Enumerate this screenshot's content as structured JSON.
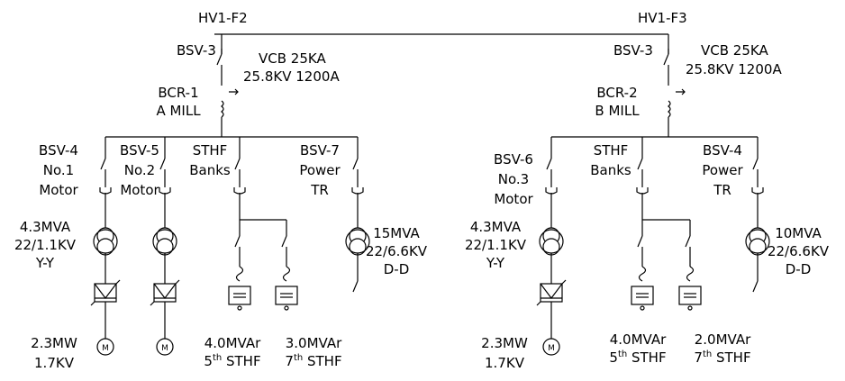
{
  "colors": {
    "line": "#000000",
    "background": "#ffffff"
  },
  "left": {
    "bus": "HV1-F2",
    "main_switch": "BSV-3",
    "vcb": "VCB 25KA",
    "vcb_rating": "25.8KV 1200A",
    "relay": "BCR-1",
    "mill": "A MILL",
    "feeder1": {
      "switch": "BSV-4",
      "name": "No.1",
      "type": "Motor",
      "tr_mva": "4.3MVA",
      "tr_kv": "22/1.1KV",
      "tr_conn": "Y-Y",
      "motor_mw": "2.3MW",
      "motor_kv": "1.7KV",
      "motor_symbol": "M"
    },
    "feeder2": {
      "switch": "BSV-5",
      "name": "No.2",
      "type": "Motor",
      "motor_symbol": "M"
    },
    "sthf": {
      "line1": "STHF",
      "line2": "Banks",
      "bank1_mvar": "4.0MVAr",
      "bank1_order": "5",
      "bank1_sup": "th",
      "bank1_name": "STHF",
      "bank2_mvar": "3.0MVAr",
      "bank2_order": "7",
      "bank2_sup": "th",
      "bank2_name": "STHF"
    },
    "power_tr": {
      "switch": "BSV-7",
      "line1": "Power",
      "line2": "TR",
      "mva": "15MVA",
      "kv": "22/6.6KV",
      "conn": "D-D"
    }
  },
  "right": {
    "bus": "HV1-F3",
    "main_switch": "BSV-3",
    "vcb": "VCB 25KA",
    "vcb_rating": "25.8KV 1200A",
    "relay": "BCR-2",
    "mill": "B MILL",
    "feeder1": {
      "switch": "BSV-6",
      "name": "No.3",
      "type": "Motor",
      "tr_mva": "4.3MVA",
      "tr_kv": "22/1.1KV",
      "tr_conn": "Y-Y",
      "motor_mw": "2.3MW",
      "motor_kv": "1.7KV",
      "motor_symbol": "M"
    },
    "sthf": {
      "line1": "STHF",
      "line2": "Banks",
      "bank1_mvar": "4.0MVAr",
      "bank1_order": "5",
      "bank1_sup": "th",
      "bank1_name": "STHF",
      "bank2_mvar": "2.0MVAr",
      "bank2_order": "7",
      "bank2_sup": "th",
      "bank2_name": "STHF"
    },
    "power_tr": {
      "switch": "BSV-4",
      "line1": "Power",
      "line2": "TR",
      "mva": "10MVA",
      "kv": "22/6.6KV",
      "conn": "D-D"
    }
  }
}
